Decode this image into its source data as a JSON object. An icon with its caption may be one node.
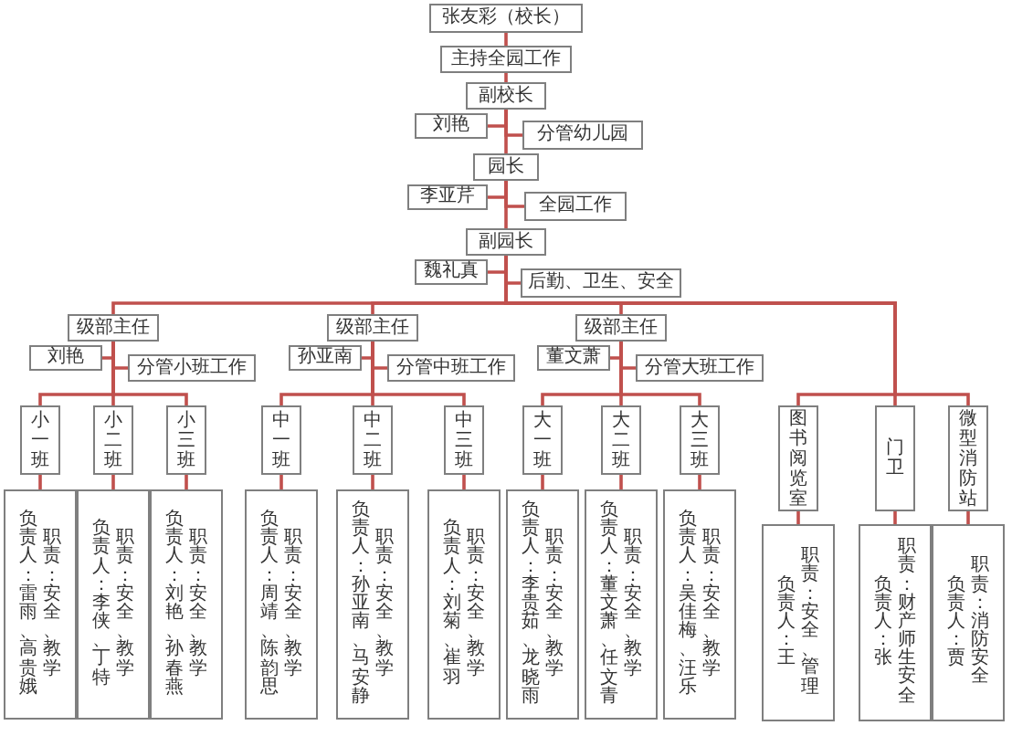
{
  "diagram": {
    "nodes": [
      {
        "text": [
          "张友彩（校长）"
        ]
      },
      {
        "text": [
          "主持全园工作"
        ]
      },
      {
        "text": [
          "副校长"
        ]
      },
      {
        "text": [
          "刘艳"
        ]
      },
      {
        "text": [
          "分管幼儿园"
        ]
      },
      {
        "text": [
          "园长"
        ]
      },
      {
        "text": [
          "李亚芹"
        ]
      },
      {
        "text": [
          "全园工作"
        ]
      },
      {
        "text": [
          "副园长"
        ]
      },
      {
        "text": [
          "魏礼真"
        ]
      },
      {
        "text": [
          "后勤、卫生、安全"
        ]
      },
      {
        "text": [
          "级部主任"
        ]
      },
      {
        "text": [
          "刘艳"
        ]
      },
      {
        "text": [
          "分管小班工作"
        ]
      },
      {
        "text": [
          "小一班"
        ]
      },
      {
        "text": [
          "负责人：雷雨、高贵娥",
          "职责：安全、教学"
        ]
      },
      {
        "text": [
          "小二班"
        ]
      },
      {
        "text": [
          "负责人：李侠、丁特",
          "职责：安全、教学"
        ]
      },
      {
        "text": [
          "小三班"
        ]
      },
      {
        "text": [
          "负责人：刘艳、孙春燕",
          "职责：安全、教学"
        ]
      },
      {
        "text": [
          "级部主任"
        ]
      },
      {
        "text": [
          "孙亚南"
        ]
      },
      {
        "text": [
          "分管中班工作"
        ]
      },
      {
        "text": [
          "中一班"
        ]
      },
      {
        "text": [
          "负责人：周靖、陈韵思",
          "职责：安全、教学"
        ]
      },
      {
        "text": [
          "中二班"
        ]
      },
      {
        "text": [
          "负责人：孙亚南、马安静",
          "职责：安全、教学"
        ]
      },
      {
        "text": [
          "中三班"
        ]
      },
      {
        "text": [
          "负责人：刘菊、崔羽",
          "职责：安全、教学"
        ]
      },
      {
        "text": [
          "级部主任"
        ]
      },
      {
        "text": [
          "董文萧"
        ]
      },
      {
        "text": [
          "分管大班工作"
        ]
      },
      {
        "text": [
          "大一班"
        ]
      },
      {
        "text": [
          "负责人：李贵茹、龙晓雨",
          "职责：安全、教学"
        ]
      },
      {
        "text": [
          "大二班"
        ]
      },
      {
        "text": [
          "负责人：董文萧、任文青",
          "职责：安全、教学"
        ]
      },
      {
        "text": [
          "大三班"
        ]
      },
      {
        "text": [
          "负责人：吴佳梅、汪乐",
          "职责：安全、教学"
        ]
      },
      {
        "text": [
          "图书阅览室"
        ]
      },
      {
        "text": [
          "负责人：王",
          "职责：安全、管理"
        ]
      },
      {
        "text": [
          "门卫"
        ]
      },
      {
        "text": [
          "负责人：张",
          "职责：财产师生安全"
        ]
      },
      {
        "text": [
          "微型消防站"
        ]
      },
      {
        "text": [
          "负责人：贾",
          "职责：消防安全"
        ]
      }
    ],
    "edges": [
      {
        "from": 0,
        "to": 1,
        "arrow": "none"
      },
      {
        "from": 1,
        "to": 2,
        "arrow": "none"
      },
      {
        "from": 2,
        "to": 3,
        "arrow": "none"
      },
      {
        "from": 2,
        "to": 4,
        "arrow": "none"
      },
      {
        "from": 2,
        "to": 5,
        "arrow": "none"
      },
      {
        "from": 5,
        "to": 6,
        "arrow": "none"
      },
      {
        "from": 5,
        "to": 7,
        "arrow": "none"
      },
      {
        "from": 5,
        "to": 8,
        "arrow": "none"
      },
      {
        "from": 8,
        "to": 9,
        "arrow": "none"
      },
      {
        "from": 8,
        "to": 10,
        "arrow": "none"
      },
      {
        "from": 8,
        "to": 11,
        "arrow": "none"
      },
      {
        "from": 8,
        "to": 20,
        "arrow": "none"
      },
      {
        "from": 8,
        "to": 29,
        "arrow": "none"
      },
      {
        "from": 8,
        "to": 38,
        "arrow": "none"
      },
      {
        "from": 8,
        "to": 40,
        "arrow": "none"
      },
      {
        "from": 8,
        "to": 42,
        "arrow": "none"
      },
      {
        "from": 11,
        "to": 12,
        "arrow": "none"
      },
      {
        "from": 11,
        "to": 13,
        "arrow": "none"
      },
      {
        "from": 11,
        "to": 14,
        "arrow": "none"
      },
      {
        "from": 11,
        "to": 16,
        "arrow": "none"
      },
      {
        "from": 11,
        "to": 18,
        "arrow": "none"
      },
      {
        "from": 14,
        "to": 15,
        "arrow": "none"
      },
      {
        "from": 16,
        "to": 17,
        "arrow": "none"
      },
      {
        "from": 18,
        "to": 19,
        "arrow": "none"
      },
      {
        "from": 20,
        "to": 21,
        "arrow": "none"
      },
      {
        "from": 20,
        "to": 22,
        "arrow": "none"
      },
      {
        "from": 20,
        "to": 23,
        "arrow": "none"
      },
      {
        "from": 20,
        "to": 25,
        "arrow": "none"
      },
      {
        "from": 20,
        "to": 27,
        "arrow": "none"
      },
      {
        "from": 23,
        "to": 24,
        "arrow": "none"
      },
      {
        "from": 25,
        "to": 26,
        "arrow": "none"
      },
      {
        "from": 27,
        "to": 28,
        "arrow": "none"
      },
      {
        "from": 29,
        "to": 30,
        "arrow": "none"
      },
      {
        "from": 29,
        "to": 31,
        "arrow": "none"
      },
      {
        "from": 29,
        "to": 32,
        "arrow": "none"
      },
      {
        "from": 29,
        "to": 34,
        "arrow": "none"
      },
      {
        "from": 29,
        "to": 36,
        "arrow": "none"
      },
      {
        "from": 32,
        "to": 33,
        "arrow": "none"
      },
      {
        "from": 34,
        "to": 35,
        "arrow": "none"
      },
      {
        "from": 36,
        "to": 37,
        "arrow": "none"
      },
      {
        "from": 38,
        "to": 39,
        "arrow": "none"
      },
      {
        "from": 40,
        "to": 41,
        "arrow": "none"
      },
      {
        "from": 42,
        "to": 43,
        "arrow": "none"
      }
    ]
  }
}
